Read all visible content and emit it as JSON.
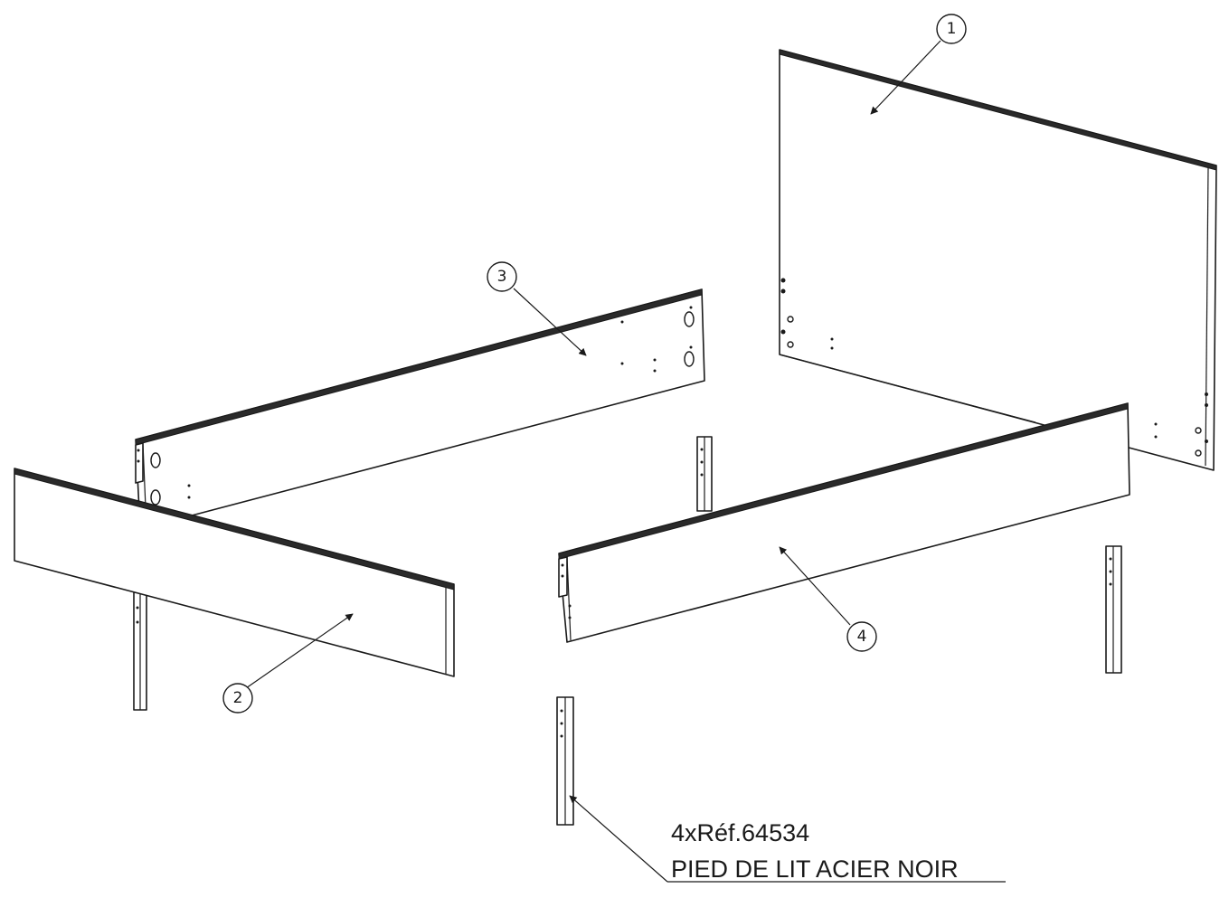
{
  "callouts": [
    {
      "id": "1",
      "label": "1"
    },
    {
      "id": "2",
      "label": "2"
    },
    {
      "id": "3",
      "label": "3"
    },
    {
      "id": "4",
      "label": "4"
    }
  ],
  "note": {
    "line1": "4xRéf.64534",
    "line2": "PIED DE LIT ACIER NOIR"
  }
}
